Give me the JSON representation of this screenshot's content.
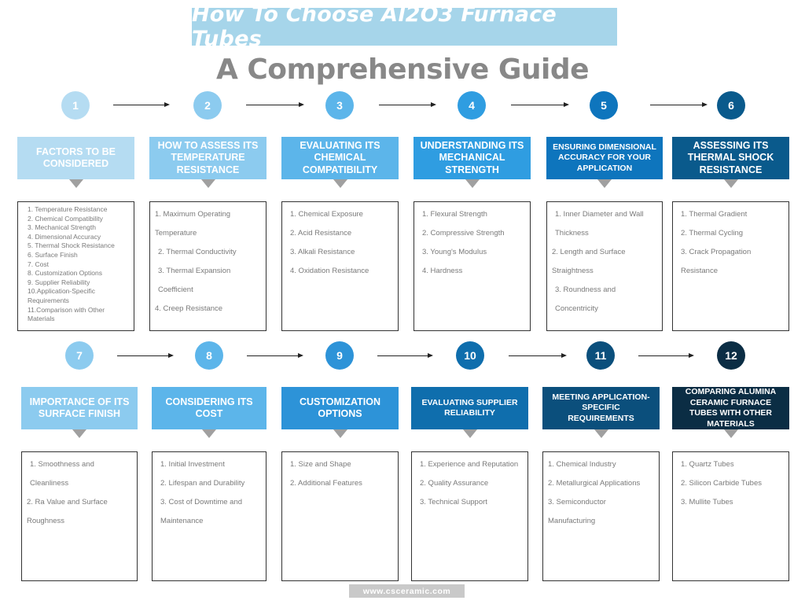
{
  "title": "How To Choose Al2O3 Furnace Tubes",
  "subtitle": "A Comprehensive Guide",
  "footer": "www.csceramic.com",
  "steps": [
    {
      "number": "1",
      "header": "Factors to be Considered",
      "color": "#b5dcf2",
      "items": [
        "1. Temperature Resistance",
        "2. Chemical Compatibility",
        "3. Mechanical Strength",
        "4. Dimensional Accuracy",
        "5. Thermal Shock Resistance",
        "6. Surface Finish",
        "7. Cost",
        "8. Customization Options",
        "9. Supplier Reliability",
        "10.Application-Specific Requirements",
        "11.Comparison with Other Materials"
      ]
    },
    {
      "number": "2",
      "header": "How to Assess Its Temperature Resistance",
      "color": "#8ccbef",
      "items": [
        "1. Maximum Operating Temperature",
        "2. Thermal Conductivity",
        "3. Thermal Expansion Coefficient",
        "4. Creep Resistance"
      ]
    },
    {
      "number": "3",
      "header": "Evaluating Its Chemical Compatibility",
      "color": "#5cb5ea",
      "items": [
        "1. Chemical Exposure",
        "2. Acid Resistance",
        "3. Alkali Resistance",
        "4. Oxidation Resistance"
      ]
    },
    {
      "number": "4",
      "header": "Understanding Its Mechanical Strength",
      "color": "#2f9de1",
      "items": [
        "1. Flexural Strength",
        "2. Compressive Strength",
        "3. Young's Modulus",
        "4. Hardness"
      ]
    },
    {
      "number": "5",
      "header": "Ensuring Dimensional Accuracy for Your Application",
      "color": "#0e75bd",
      "items": [
        "1. Inner Diameter and Wall Thickness",
        "2. Length and Surface Straightness",
        "3. Roundness and Concentricity"
      ]
    },
    {
      "number": "6",
      "header": "Assessing Its Thermal Shock Resistance",
      "color": "#0a5a8c",
      "items": [
        "1. Thermal Gradient",
        "2. Thermal Cycling",
        "3. Crack Propagation Resistance"
      ]
    },
    {
      "number": "7",
      "header": "Importance of Its Surface Finish",
      "color": "#8ccbef",
      "items": [
        "1. Smoothness and Cleanliness",
        "2. Ra Value and Surface Roughness"
      ]
    },
    {
      "number": "8",
      "header": "Considering Its Cost",
      "color": "#5cb5ea",
      "items": [
        "1. Initial Investment",
        "2. Lifespan and Durability",
        "3. Cost of Downtime and Maintenance"
      ]
    },
    {
      "number": "9",
      "header": "Customization Options",
      "color": "#2d93d8",
      "items": [
        "1. Size and Shape",
        "2. Additional Features"
      ]
    },
    {
      "number": "10",
      "header": "Evaluating Supplier Reliability",
      "color": "#0f6ead",
      "items": [
        "1. Experience and Reputation",
        "2. Quality Assurance",
        "3. Technical Support"
      ]
    },
    {
      "number": "11",
      "header": "Meeting Application-Specific Requirements",
      "color": "#0b4f7c",
      "items": [
        "1. Chemical Industry",
        "2. Metallurgical Applications",
        "3. Semiconductor Manufacturing"
      ]
    },
    {
      "number": "12",
      "header": "Comparing Alumina Ceramic Furnace Tubes with Other Materials",
      "color": "#0b2d44",
      "items": [
        "1. Quartz Tubes",
        "2. Silicon Carbide Tubes",
        "3. Mullite Tubes"
      ]
    }
  ]
}
